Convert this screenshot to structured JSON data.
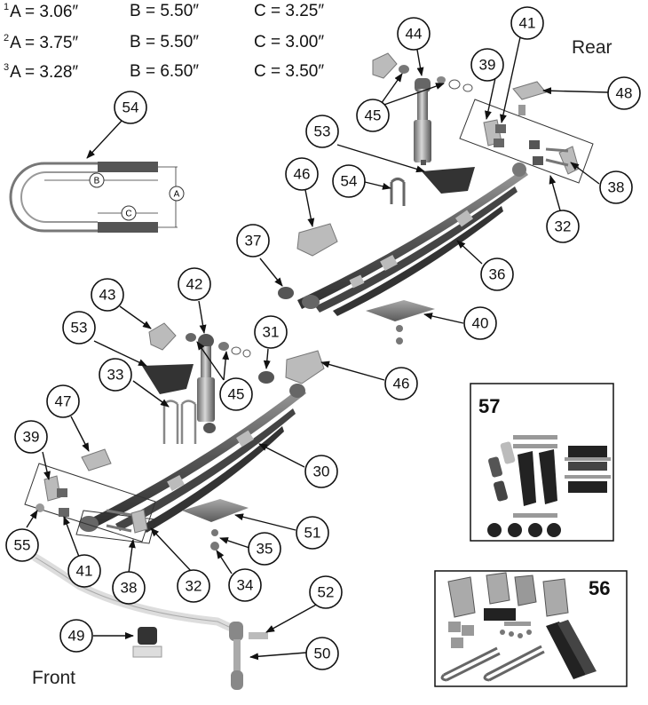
{
  "specs": [
    {
      "sup": "1",
      "a": "A = 3.06″",
      "b": "B = 5.50″",
      "c": "C = 3.25″"
    },
    {
      "sup": "2",
      "a": "A = 3.75″",
      "b": "B = 5.50″",
      "c": "C = 3.00″"
    },
    {
      "sup": "3",
      "a": "A = 3.28″",
      "b": "B = 6.50″",
      "c": "C = 3.50″"
    }
  ],
  "labels": {
    "rear": "Rear",
    "front": "Front"
  },
  "ubolt_dims": {
    "a": "A",
    "b": "B",
    "c": "C"
  },
  "kits": {
    "k57": "57",
    "k56": "56"
  },
  "callouts": {
    "n54a": "54",
    "n44": "44",
    "n41a": "41",
    "n39a": "39",
    "n48": "48",
    "n45a": "45",
    "n53a": "53",
    "n46a": "46",
    "n54b": "54",
    "n38a": "38",
    "n32a": "32",
    "n37": "37",
    "n36": "36",
    "n42": "42",
    "n43": "43",
    "n40": "40",
    "n53b": "53",
    "n31": "31",
    "n33": "33",
    "n45b": "45",
    "n46b": "46",
    "n47": "47",
    "n39b": "39",
    "n30": "30",
    "n51": "51",
    "n55": "55",
    "n41b": "41",
    "n38b": "38",
    "n32b": "32",
    "n35": "35",
    "n34": "34",
    "n52": "52",
    "n49": "49",
    "n50": "50"
  },
  "colors": {
    "part_gray": "#8a8a8a",
    "part_dark": "#3a3a3a",
    "line": "#111111"
  }
}
